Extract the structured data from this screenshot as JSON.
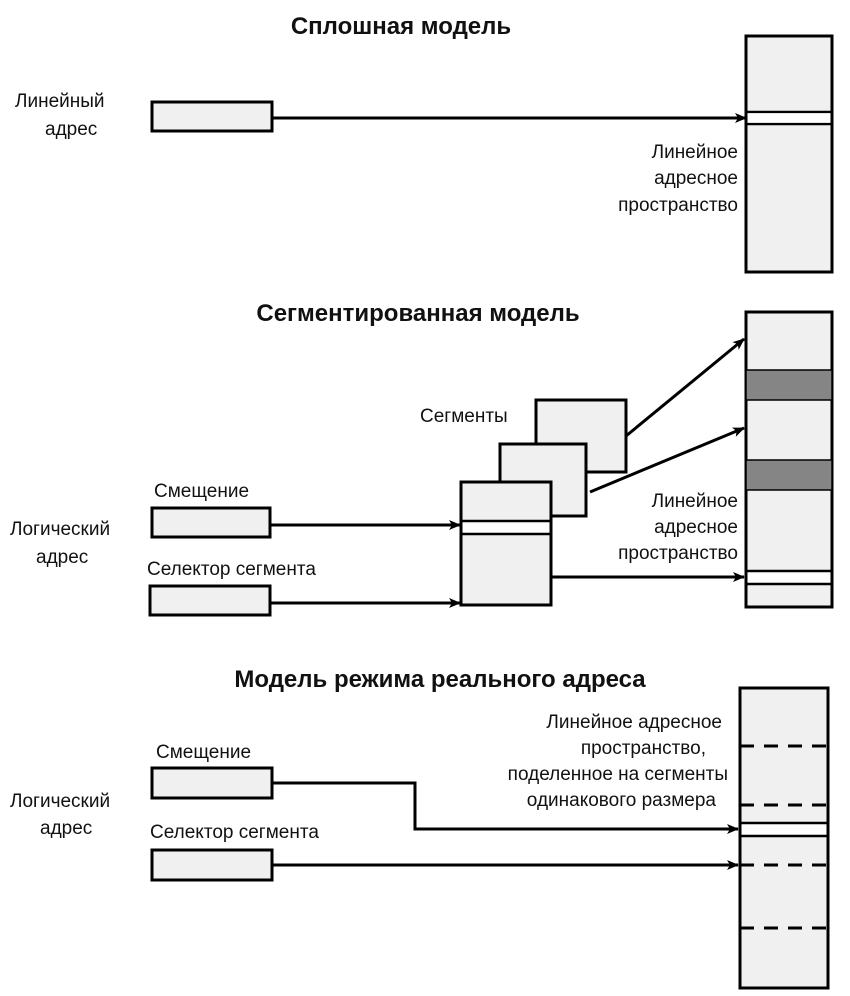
{
  "flat_model": {
    "title": "Сплошная модель",
    "input_label_lines": [
      "Линейный",
      "адрес"
    ],
    "space_label_lines": [
      "Линейное",
      "адресное",
      "пространство"
    ]
  },
  "segmented_model": {
    "title": "Сегментированная модель",
    "segments_label": "Сегменты",
    "offset_label": "Смещение",
    "selector_label": "Селектор сегмента",
    "logical_label_lines": [
      "Логический",
      "адрес"
    ],
    "space_label_lines": [
      "Линейное",
      "адресное",
      "пространство"
    ]
  },
  "real_mode_model": {
    "title": "Модель режима реального адреса",
    "offset_label": "Смещение",
    "selector_label": "Селектор сегмента",
    "logical_label_lines": [
      "Логический",
      "адрес"
    ],
    "space_label_lines": [
      "Линейное адресное",
      "пространство,",
      "поделенное на сегменты",
      "одинакового размера"
    ]
  },
  "colors": {
    "box_fill": "#f0f0f0",
    "segment_fill": "#858585",
    "stroke": "#000000"
  }
}
